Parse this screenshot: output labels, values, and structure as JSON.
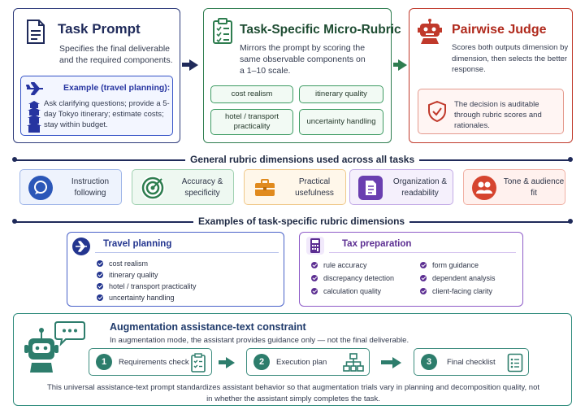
{
  "task_prompt": {
    "title": "Task Prompt",
    "description": "Specifies the final deliverable and the required components.",
    "example_title": "Example (travel planning):",
    "example_text": "Ask clarifying questions; provide a 5-day Tokyo itinerary; estimate costs; stay within budget.",
    "icon": "document-icon"
  },
  "micro_rubric": {
    "title": "Task-Specific Micro-Rubric",
    "description": "Mirrors the prompt by scoring the same observable components on a 1–10 scale.",
    "chips": [
      "cost realism",
      "itinerary quality",
      "hotel / transport practicality",
      "uncertainty handling"
    ],
    "icon": "clipboard-checklist-icon"
  },
  "pairwise_judge": {
    "title": "Pairwise Judge",
    "description": "Scores both outputs dimension by dimension, then selects the better response.",
    "note": "The decision is auditable through rubric scores and rationales.",
    "icon": "robot-icon"
  },
  "general_dimensions": {
    "heading": "General rubric dimensions used across all tasks",
    "items": [
      {
        "label": "Instruction following",
        "icon": "chat-bubble-icon",
        "color": "#2b57b8",
        "bg": "#eef3fd",
        "border": "#9fb6e8"
      },
      {
        "label": "Accuracy & specificity",
        "icon": "target-icon",
        "color": "#2e7d4f",
        "bg": "#eef8f1",
        "border": "#9fd0b0"
      },
      {
        "label": "Practical usefulness",
        "icon": "briefcase-icon",
        "color": "#e08a1e",
        "bg": "#fff7ea",
        "border": "#f0c98a"
      },
      {
        "label": "Organization & readability",
        "icon": "document-lines-icon",
        "color": "#6a3fb0",
        "bg": "#f5f0fc",
        "border": "#c3abe6"
      },
      {
        "label": "Tone & audience fit",
        "icon": "people-icon",
        "color": "#d6452f",
        "bg": "#fff1ee",
        "border": "#f0b0a4"
      }
    ]
  },
  "task_specific": {
    "heading": "Examples of task-specific rubric dimensions",
    "travel": {
      "title": "Travel planning",
      "items": [
        "cost realism",
        "itinerary quality",
        "hotel / transport practicality",
        "uncertainty handling"
      ],
      "color": "#23358f",
      "icon": "airplane-icon"
    },
    "tax": {
      "title": "Tax preparation",
      "items_left": [
        "rule accuracy",
        "discrepancy detection",
        "calculation quality"
      ],
      "items_right": [
        "form guidance",
        "dependent analysis",
        "client-facing clarity"
      ],
      "color": "#5b2d91",
      "icon": "calculator-icon"
    }
  },
  "augmentation": {
    "title": "Augmentation assistance-text constraint",
    "subtitle": "In augmentation mode, the assistant provides guidance only — not the final deliverable.",
    "steps": [
      {
        "num": "1",
        "label": "Requirements check",
        "icon": "checklist-icon"
      },
      {
        "num": "2",
        "label": "Execution plan",
        "icon": "hierarchy-icon"
      },
      {
        "num": "3",
        "label": "Final checklist",
        "icon": "list-icon"
      }
    ],
    "footer": "This universal assistance-text prompt standardizes assistant behavior so that augmentation trials vary in planning and decomposition quality, not in whether the assistant simply completes the task.",
    "icon": "assistant-robot-icon"
  },
  "colors": {
    "navy": "#2d3a7a",
    "green": "#2e7d4f",
    "red": "#c0392b",
    "teal": "#2e8b7c"
  }
}
